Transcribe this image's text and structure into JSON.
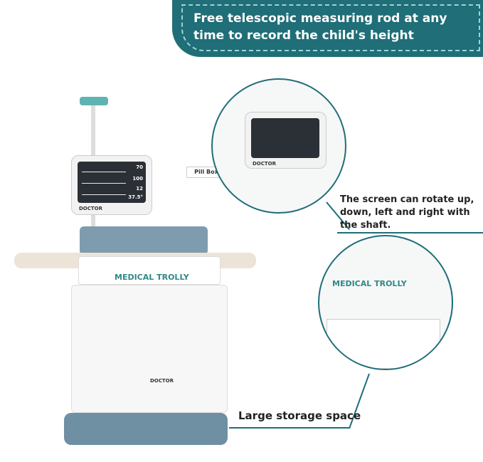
{
  "banner": {
    "text": "Free telescopic measuring rod at any time to record the child's height"
  },
  "callouts": [
    {
      "text": "The screen can rotate up, down, left and right with the shaft."
    },
    {
      "text": "Large storage space"
    }
  ],
  "product": {
    "trolley_label": "MEDICAL TROLLY",
    "monitor_brand": "DOCTOR",
    "drawer_brand": "DOCTOR",
    "monitor_readings": [
      "70",
      "100",
      "12",
      "37.5°"
    ],
    "pill_box_label": "Pill Box"
  },
  "colors": {
    "accent": "#1f6e78",
    "toy_teal": "#5fb3b1",
    "toy_blue": "#6f8fa3"
  }
}
